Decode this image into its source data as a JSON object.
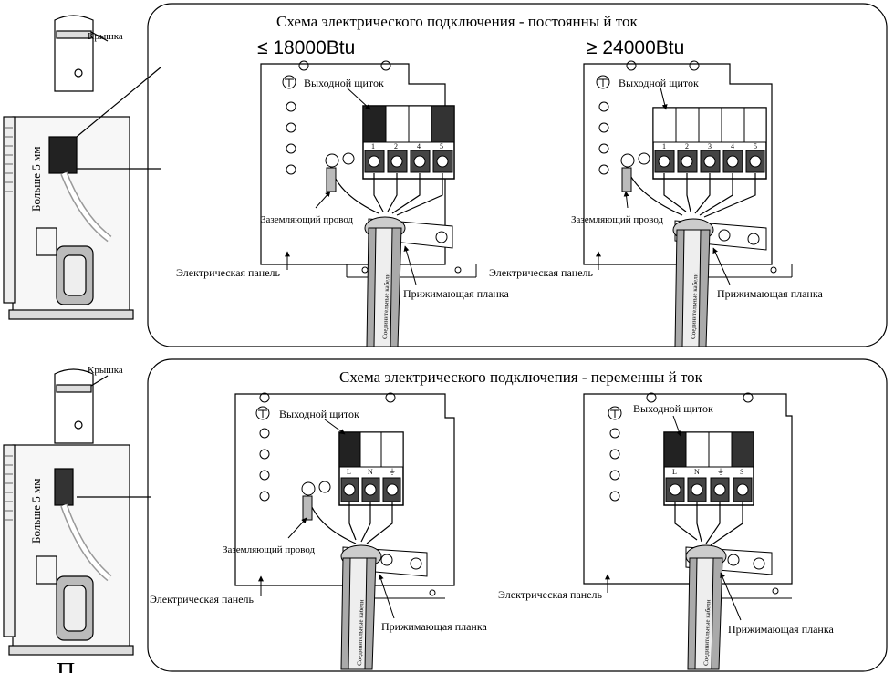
{
  "top": {
    "cover_label": "Крышка",
    "gap_label": "Больше 5 мм",
    "title": "Схема электрического подключения - постоянны й ток",
    "left": {
      "capacity": "≤  18000Btu",
      "terminal_label": "Выходной щиток",
      "terminal_numbers": [
        "1",
        "2",
        "4",
        "5"
      ],
      "ground_label": "Заземляющий провод",
      "panel_label": "Электрическая панель",
      "clamp_label": "Прижимающая планка",
      "cable_label": "Соединительные кабели"
    },
    "right": {
      "capacity": "≥  24000Btu",
      "terminal_label": "Выходной щиток",
      "terminal_numbers": [
        "1",
        "2",
        "3",
        "4",
        "5"
      ],
      "ground_label": "Заземляющий провод",
      "panel_label": "Электрическая панель",
      "clamp_label": "Прижимающая планка",
      "cable_label": "Соединительные кабели"
    }
  },
  "bottom": {
    "cover_label": "Крышка",
    "gap_label": "Больше 5 мм",
    "title": "Схема электрического подключепия - переменны й ток",
    "left": {
      "terminal_label": "Выходной щиток",
      "terminal_numbers": [
        "L",
        "N",
        "⏚"
      ],
      "ground_label": "Заземляющий провод",
      "panel_label": "Электрическая панель",
      "clamp_label": "Прижимающая планка",
      "cable_label": "Соединительные кабели"
    },
    "right": {
      "terminal_label": "Выходной щиток",
      "terminal_numbers": [
        "L",
        "N",
        "⏚",
        "S"
      ],
      "panel_label": "Электрическая панель",
      "clamp_label": "Прижимающая планка",
      "cable_label": "Соединительные кабели"
    }
  },
  "footer_fragment": "П"
}
